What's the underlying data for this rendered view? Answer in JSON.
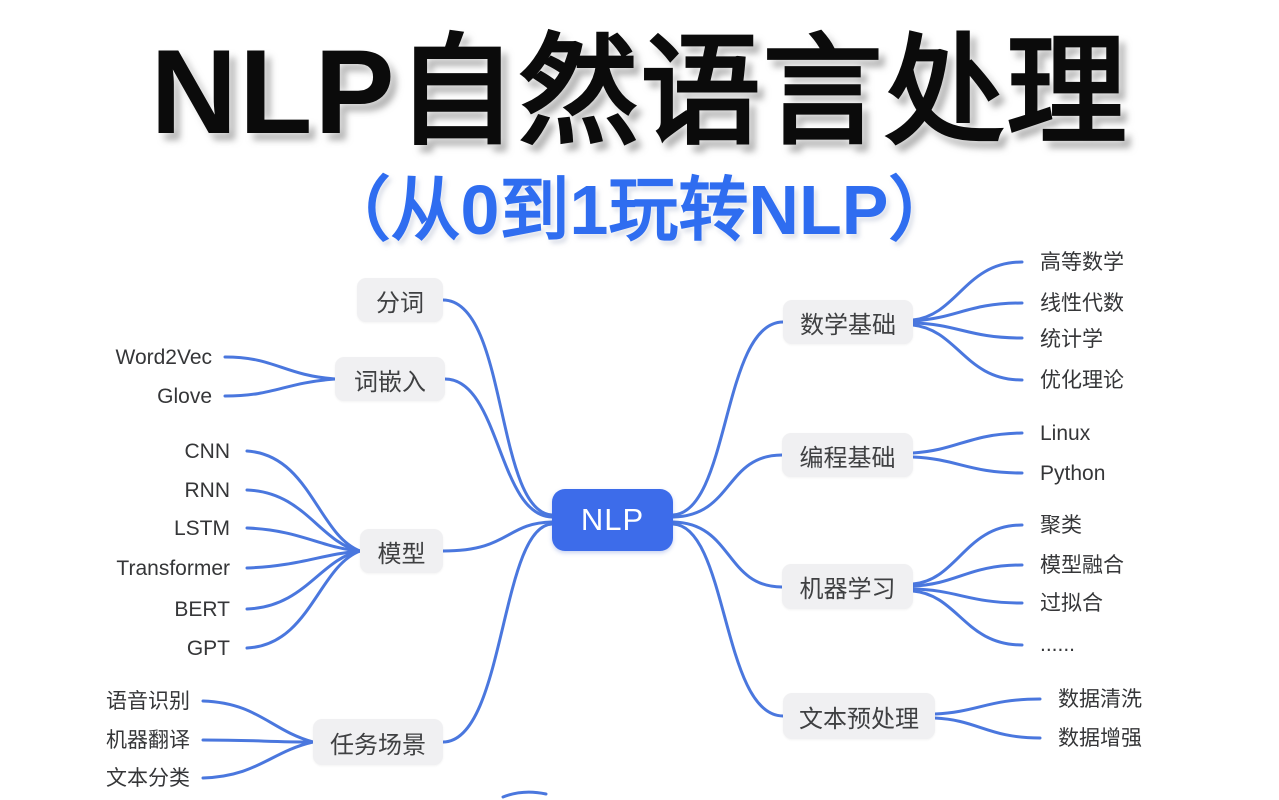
{
  "title": "NLP自然语言处理",
  "subtitle": "（从0到1玩转NLP）",
  "colors": {
    "title_text": "#0b0b0b",
    "subtitle_blue": "#2f6df0",
    "root_node_blue": "#3d6cea",
    "edge_blue": "#4a77de",
    "branch_node_bg": "#f0f0f2",
    "branch_node_text": "#3f4042",
    "leaf_text": "#353638",
    "background": "#ffffff"
  },
  "mindmap": {
    "root": "NLP",
    "left": [
      {
        "label": "分词",
        "children": []
      },
      {
        "label": "词嵌入",
        "children": [
          "Word2Vec",
          "Glove"
        ]
      },
      {
        "label": "模型",
        "children": [
          "CNN",
          "RNN",
          "LSTM",
          "Transformer",
          "BERT",
          "GPT"
        ]
      },
      {
        "label": "任务场景",
        "children": [
          "语音识别",
          "机器翻译",
          "文本分类"
        ]
      }
    ],
    "right": [
      {
        "label": "数学基础",
        "children": [
          "高等数学",
          "线性代数",
          "统计学",
          "优化理论"
        ]
      },
      {
        "label": "编程基础",
        "children": [
          "Linux",
          "Python"
        ]
      },
      {
        "label": "机器学习",
        "children": [
          "聚类",
          "模型融合",
          "过拟合",
          "......"
        ]
      },
      {
        "label": "文本预处理",
        "children": [
          "数据清洗",
          "数据增强"
        ]
      }
    ]
  }
}
